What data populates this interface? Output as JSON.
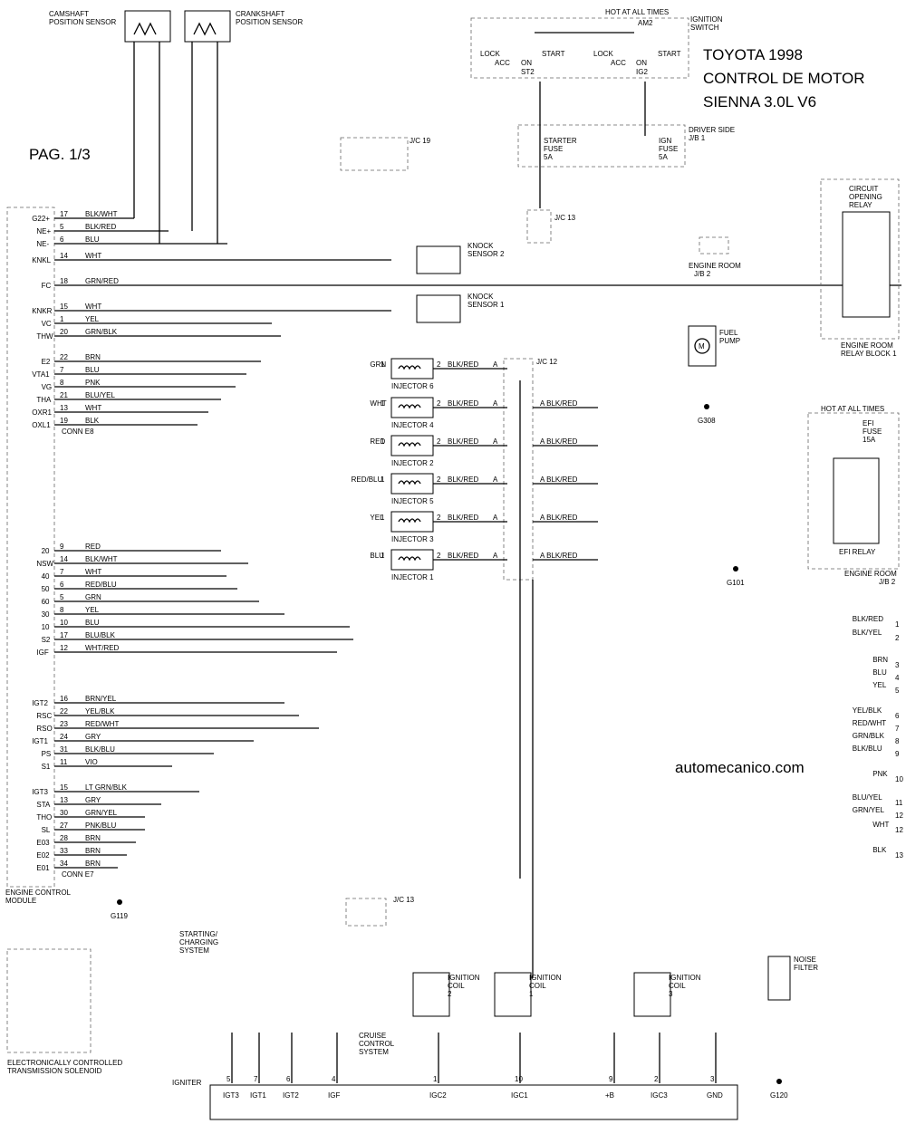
{
  "title": {
    "line1": "TOYOTA 1998",
    "line2": "CONTROL DE MOTOR",
    "line3": "SIENNA 3.0L V6",
    "page": "PAG. 1/3",
    "site": "automecanico.com"
  },
  "sensors": {
    "cam": "CAMSHAFT\nPOSITION SENSOR",
    "crank": "CRANKSHAFT\nPOSITION SENSOR",
    "knock2": "KNOCK\nSENSOR 2",
    "knock1": "KNOCK\nSENSOR 1"
  },
  "ecm": {
    "name": "ENGINE CONTROL\nMODULE",
    "conn_e8": "CONN E8",
    "conn_e7": "CONN E7",
    "pins": [
      {
        "label": "G22+",
        "num": "17",
        "color": "BLK/WHT"
      },
      {
        "label": "NE+",
        "num": "5",
        "color": "BLK/RED"
      },
      {
        "label": "NE-",
        "num": "6",
        "color": "BLU"
      },
      {
        "label": "KNKL",
        "num": "14",
        "color": "WHT"
      },
      {
        "label": "FC",
        "num": "18",
        "color": "GRN/RED"
      },
      {
        "label": "KNKR",
        "num": "15",
        "color": "WHT"
      },
      {
        "label": "VC",
        "num": "1",
        "color": "YEL"
      },
      {
        "label": "THW",
        "num": "20",
        "color": "GRN/BLK"
      },
      {
        "label": "E2",
        "num": "22",
        "color": "BRN"
      },
      {
        "label": "VTA1",
        "num": "7",
        "color": "BLU"
      },
      {
        "label": "VG",
        "num": "8",
        "color": "PNK"
      },
      {
        "label": "THA",
        "num": "21",
        "color": "BLU/YEL"
      },
      {
        "label": "OXR1",
        "num": "13",
        "color": "WHT"
      },
      {
        "label": "OXL1",
        "num": "19",
        "color": "BLK"
      },
      {
        "label": "20",
        "num": "9",
        "color": "RED"
      },
      {
        "label": "NSW",
        "num": "14",
        "color": "BLK/WHT"
      },
      {
        "label": "40",
        "num": "7",
        "color": "WHT"
      },
      {
        "label": "50",
        "num": "6",
        "color": "RED/BLU"
      },
      {
        "label": "60",
        "num": "5",
        "color": "GRN"
      },
      {
        "label": "30",
        "num": "8",
        "color": "YEL"
      },
      {
        "label": "10",
        "num": "10",
        "color": "BLU"
      },
      {
        "label": "S2",
        "num": "17",
        "color": "BLU/BLK"
      },
      {
        "label": "IGF",
        "num": "12",
        "color": "WHT/RED"
      },
      {
        "label": "IGT2",
        "num": "16",
        "color": "BRN/YEL"
      },
      {
        "label": "RSC",
        "num": "22",
        "color": "YEL/BLK"
      },
      {
        "label": "RSO",
        "num": "23",
        "color": "RED/WHT"
      },
      {
        "label": "IGT1",
        "num": "24",
        "color": "GRY"
      },
      {
        "label": "PS",
        "num": "31",
        "color": "BLK/BLU"
      },
      {
        "label": "S1",
        "num": "11",
        "color": "VIO"
      },
      {
        "label": "IGT3",
        "num": "15",
        "color": "LT GRN/BLK"
      },
      {
        "label": "STA",
        "num": "13",
        "color": "GRY"
      },
      {
        "label": "THO",
        "num": "30",
        "color": "GRN/YEL"
      },
      {
        "label": "SL",
        "num": "27",
        "color": "PNK/BLU"
      },
      {
        "label": "E03",
        "num": "28",
        "color": "BRN"
      },
      {
        "label": "E02",
        "num": "33",
        "color": "BRN"
      },
      {
        "label": "E01",
        "num": "34",
        "color": "BRN"
      }
    ]
  },
  "injectors": [
    {
      "name": "INJECTOR 6",
      "in": "GRN"
    },
    {
      "name": "INJECTOR 4",
      "in": "WHT"
    },
    {
      "name": "INJECTOR 2",
      "in": "RED"
    },
    {
      "name": "INJECTOR 5",
      "in": "RED/BLU"
    },
    {
      "name": "INJECTOR 3",
      "in": "YEL"
    },
    {
      "name": "INJECTOR 1",
      "in": "BLU"
    }
  ],
  "inj_out": "BLK/RED",
  "jc12": "J/C 12",
  "jc13": "J/C 13",
  "jc19": "J/C 19",
  "right_wires": [
    {
      "color": "BLK/RED",
      "num": "1"
    },
    {
      "color": "BLK/YEL",
      "num": "2"
    },
    {
      "color": "BRN",
      "num": "3"
    },
    {
      "color": "BLU",
      "num": "4"
    },
    {
      "color": "YEL",
      "num": "5"
    },
    {
      "color": "YEL/BLK",
      "num": "6"
    },
    {
      "color": "RED/WHT",
      "num": "7"
    },
    {
      "color": "GRN/BLK",
      "num": "8"
    },
    {
      "color": "BLK/BLU",
      "num": "9"
    },
    {
      "color": "PNK",
      "num": "10"
    },
    {
      "color": "BLU/YEL",
      "num": "11"
    },
    {
      "color": "GRN/YEL",
      "num": "12"
    },
    {
      "color": "WHT",
      "num": "12"
    },
    {
      "color": "BLK",
      "num": "13"
    }
  ],
  "ignition": {
    "hot": "HOT AT ALL TIMES",
    "am2": "AM2",
    "switch": "IGNITION\nSWITCH",
    "lock": "LOCK",
    "acc": "ACC",
    "on": "ON",
    "start": "START",
    "st2": "ST2",
    "ig2": "IG2"
  },
  "jb1": {
    "name": "DRIVER SIDE\nJ/B 1",
    "starter": "STARTER\nFUSE\n5A",
    "ign": "IGN\nFUSE\n5A"
  },
  "relay": {
    "name": "CIRCUIT\nOPENING\nRELAY",
    "block": "ENGINE ROOM\nRELAY BLOCK 1",
    "fuel": "FUEL\nPUMP"
  },
  "efi": {
    "hot": "HOT AT ALL TIMES",
    "fuse": "EFI\nFUSE\n15A",
    "relay": "EFI RELAY",
    "jb2": "ENGINE ROOM\nJ/B 2"
  },
  "grounds": [
    "G119",
    "G308",
    "G101",
    "G120"
  ],
  "coils": [
    "IGNITION\nCOIL\n2",
    "IGNITION\nCOIL\n1",
    "IGNITION\nCOIL\n3"
  ],
  "noise": "NOISE\nFILTER",
  "igniter": {
    "name": "IGNITER",
    "pins": [
      "IGT3",
      "IGT1",
      "IGT2",
      "IGF",
      "IGC2",
      "IGC1",
      "+B",
      "IGC3",
      "GND"
    ],
    "nums": [
      "5",
      "7",
      "6",
      "4",
      "1",
      "10",
      "9",
      "2",
      "3"
    ]
  },
  "ects": "ELECTRONICALLY CONTROLLED\nTRANSMISSION SOLENOID",
  "starting": "STARTING/\nCHARGING\nSYSTEM",
  "cruise": "CRUISE\nCONTROL\nSYSTEM"
}
